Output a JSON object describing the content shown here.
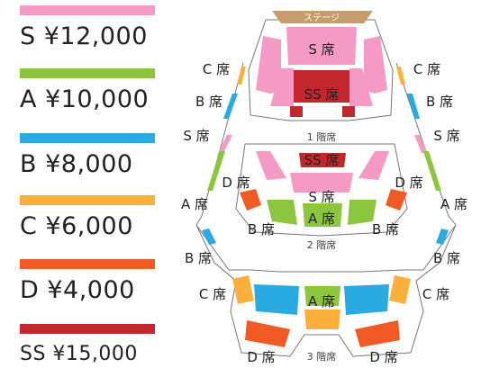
{
  "legend": [
    {
      "label": "S ¥12,000",
      "color": "#f49ac4"
    },
    {
      "label": "A ¥10,000",
      "color": "#8cc63f"
    },
    {
      "label": "B ¥8,000",
      "color": "#29abe2"
    },
    {
      "label": "C ¥6,000",
      "color": "#fbb03b"
    },
    {
      "label": "D ¥4,000",
      "color": "#f15a24"
    },
    {
      "label": "SS ¥15,000",
      "color": "#c1272d"
    }
  ],
  "stage": {
    "label": "ステージ",
    "color": "#c69c6d"
  },
  "floors": {
    "f1": "1 階席",
    "f2": "2 階席",
    "f3": "3 階席"
  },
  "seat_labels": {
    "s_main": "S 席",
    "ss_main": "SS 席",
    "c_left_1": "C 席",
    "c_right_1": "C 席",
    "b_left_1": "B 席",
    "b_right_1": "B 席",
    "s_left_1": "S 席",
    "s_right_1": "S 席",
    "ss_2f": "SS 席",
    "d_left_2": "D 席",
    "d_right_2": "D 席",
    "s_2f": "S 席",
    "a_left_2": "A 席",
    "a_right_2": "A 席",
    "a_2f": "A 席",
    "b_left_2": "B 席",
    "b_right_2": "B 席",
    "b_left_3": "B 席",
    "b_right_3": "B 席",
    "c_left_3": "C 席",
    "c_right_3": "C 席",
    "a_3f": "A 席",
    "d_left_3": "D 席",
    "d_right_3": "D 席"
  }
}
